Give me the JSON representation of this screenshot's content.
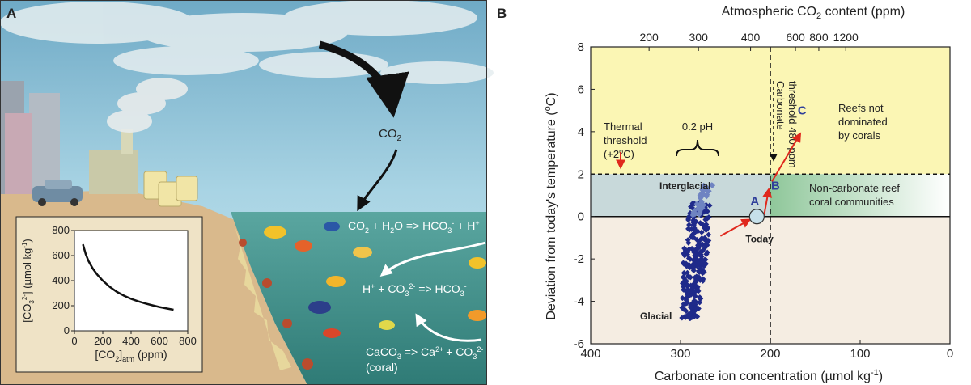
{
  "panel_a": {
    "letter": "A",
    "co2_label": "CO",
    "co2_sub": "2",
    "eq1": {
      "a": "CO",
      "a_sub": "2",
      "b": " + H",
      "b_sub": "2",
      "c": "O => HCO",
      "c_sub": "3",
      "c_sup": "-",
      "d": " + H",
      "d_sup": "+"
    },
    "eq2": {
      "a": "H",
      "a_sup": "+",
      "b": " + CO",
      "b_sub": "3",
      "b_sup": "2-",
      "c": " => HCO",
      "c_sub": "3",
      "c_sup": "-"
    },
    "eq3": {
      "a": "CaCO",
      "a_sub": "3",
      "b": " => Ca",
      "b_sup": "2+",
      "c": "+ CO",
      "c_sub": "3",
      "c_sup": "2-",
      "d": "(coral)"
    }
  },
  "panel_b": {
    "letter": "B",
    "region_labels": {
      "reefs_not": [
        "Reefs not",
        "dominated",
        "by corals"
      ],
      "noncarbonate": [
        "Non-carbonate reef",
        "coral communities"
      ],
      "thermal": [
        "Thermal",
        "threshold",
        "(+2",
        "o",
        "C)"
      ],
      "ph": "0.2 pH",
      "carbonate_threshold": [
        "Carbonate",
        "threshold 480 ppm"
      ],
      "interglacial": "Interglacial",
      "glacial": "Glacial",
      "today": "Today",
      "point_a": "A",
      "point_b": "B",
      "point_c": "C"
    }
  },
  "colors": {
    "yellow_zone": "#fbf6b4",
    "green_zone": "#c9e3c8",
    "dark_points": "#1f2a8a",
    "light_points": "#6f84c2",
    "arrow_red": "#e0281d",
    "water": "#3c8c86",
    "sky": "#a9d4e4"
  },
  "chart_data": [
    {
      "type": "line",
      "xlabel_parts": [
        "[CO",
        "2",
        "]",
        "atm",
        " (ppm)"
      ],
      "ylabel_parts": [
        "[CO",
        "3",
        "2-",
        "] (µmol kg",
        "-1",
        ")"
      ],
      "xlim": [
        0,
        800
      ],
      "ylim": [
        0,
        800
      ],
      "xticks": [
        "0",
        "200",
        "400",
        "600",
        "800"
      ],
      "yticks": [
        "0",
        "200",
        "400",
        "600",
        "800"
      ],
      "x": [
        60,
        80,
        100,
        130,
        160,
        200,
        250,
        300,
        350,
        400,
        450,
        500,
        550,
        600,
        650,
        700
      ],
      "y": [
        690,
        610,
        555,
        495,
        450,
        400,
        350,
        310,
        280,
        255,
        235,
        218,
        203,
        190,
        178,
        168
      ]
    },
    {
      "type": "scatter",
      "xlabel": "Carbonate ion concentration (µmol kg",
      "xlabel_sup": "-1",
      "xlabel_end": ")",
      "ylabel": "Deviation from today's temperature (",
      "ylabel_sup": "o",
      "ylabel_end": "C)",
      "top_axis_label": "Atmospheric CO",
      "top_axis_sub": "2",
      "top_axis_end": " content (ppm)",
      "xlim": [
        400,
        0
      ],
      "ylim": [
        -6,
        8
      ],
      "xticks": [
        "400",
        "300",
        "200",
        "100",
        "0"
      ],
      "yticks": [
        "-6",
        "-4",
        "-2",
        "0",
        "2",
        "4",
        "6",
        "8"
      ],
      "top_ticks": [
        "200",
        "300",
        "400",
        "600",
        "800",
        "1200"
      ],
      "thresholds": {
        "thermal_temp": 2,
        "carbonate_conc": 200
      },
      "points_named": [
        {
          "name": "Today",
          "x": 215,
          "y": 0
        },
        {
          "name": "B",
          "x": 200,
          "y": 1.5
        },
        {
          "name": "C",
          "x": 165,
          "y": 4.2
        }
      ],
      "points_glacial": {
        "x_range": [
          270,
          305
        ],
        "y_range": [
          -4.8,
          0.8
        ]
      },
      "points_interglacial": {
        "x_range": [
          265,
          290
        ],
        "y_range": [
          0,
          1.5
        ]
      }
    }
  ]
}
